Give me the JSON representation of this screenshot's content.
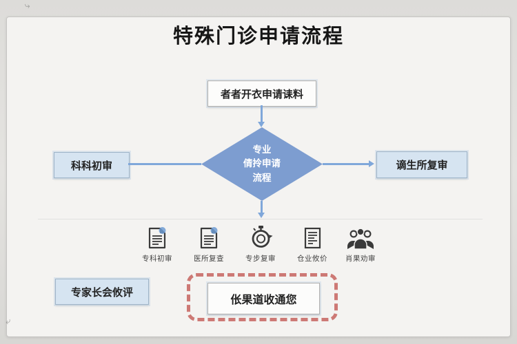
{
  "title": "特殊门诊申请流程",
  "nodes": {
    "top_box": "者者开衣申请诔料",
    "left_box": "科科初审",
    "right_box": "谪生所复审",
    "diamond": {
      "line1": "专业",
      "line2": "倩拎申请",
      "line3": "流程"
    },
    "expert_box": "专家长会攸评",
    "result_box": "伥果道收通您"
  },
  "steps": [
    {
      "icon": "document-search-icon",
      "label": "专科初审"
    },
    {
      "icon": "document-search-icon",
      "label": "医所复查"
    },
    {
      "icon": "stopwatch-icon",
      "label": "专步复审"
    },
    {
      "icon": "document-icon",
      "label": "仓业攸价"
    },
    {
      "icon": "people-group-icon",
      "label": "肖果劝审"
    }
  ],
  "colors": {
    "diamond": "#7d9dd0",
    "arrow": "#7fa7da",
    "node_fill": "#d6e4f1",
    "dashed_border": "#c25652",
    "background": "#f4f3f1"
  }
}
